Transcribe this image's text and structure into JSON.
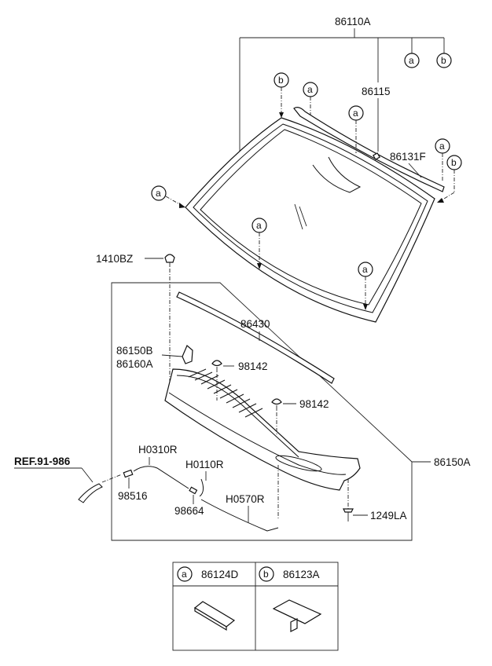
{
  "labels": {
    "p86110A": "86110A",
    "p86115": "86115",
    "p86131F": "86131F",
    "p1410BZ": "1410BZ",
    "p86430": "86430",
    "p86150B": "86150B",
    "p86160A": "86160A",
    "p98142a": "98142",
    "p98142b": "98142",
    "p86150A": "86150A",
    "pREF": "REF.91-986",
    "pH0310R": "H0310R",
    "pH0110R": "H0110R",
    "p98516": "98516",
    "p98664": "98664",
    "pH0570R": "H0570R",
    "p1249LA": "1249LA"
  },
  "callouts": {
    "a": "a",
    "b": "b"
  },
  "legend": {
    "a_code": "a",
    "a_part": "86124D",
    "b_code": "b",
    "b_part": "86123A"
  }
}
